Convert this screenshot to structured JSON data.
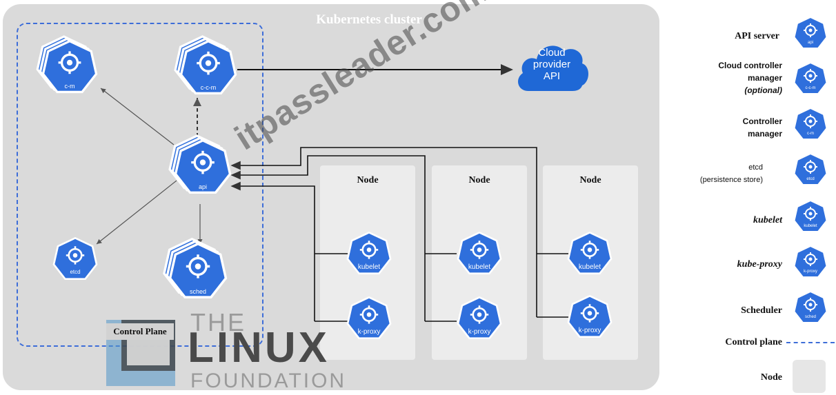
{
  "cluster": {
    "title": "Kubernetes cluster"
  },
  "control_plane": {
    "label": "Control Plane"
  },
  "cloud": {
    "line1": "Cloud",
    "line2": "provider",
    "line3": "API"
  },
  "components": {
    "cm": "c-m",
    "ccm": "c-c-m",
    "api": "api",
    "etcd": "etcd",
    "sched": "sched",
    "kubelet": "kubelet",
    "kproxy": "k-proxy"
  },
  "nodes": [
    {
      "title": "Node"
    },
    {
      "title": "Node"
    },
    {
      "title": "Node"
    }
  ],
  "legend": {
    "api": "API server",
    "ccm1": "Cloud controller",
    "ccm2": "manager",
    "ccm3": "(optional)",
    "cm1": "Controller",
    "cm2": "manager",
    "etcd1": "etcd",
    "etcd2": "(persistence store)",
    "kubelet": "kubelet",
    "kproxy": "kube-proxy",
    "sched": "Scheduler",
    "control_plane": "Control plane",
    "node": "Node"
  },
  "watermark": {
    "site": "itpassleader.com",
    "brand_the": "THE",
    "brand_linux": "LINUX",
    "brand_foundation": "FOUNDATION"
  },
  "colors": {
    "k8s_blue": "#2f6fdc",
    "cluster_bg": "#dadada",
    "node_bg": "#ececec",
    "dash": "#3d6dd8"
  }
}
